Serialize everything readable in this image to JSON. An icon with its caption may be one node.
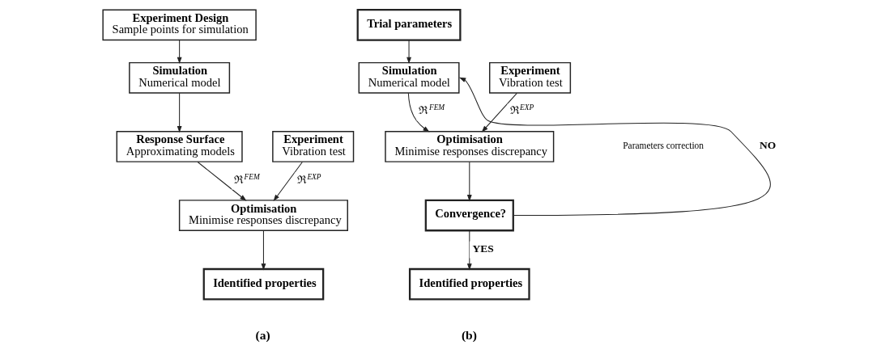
{
  "diagram": {
    "nodes": [
      {
        "text": [
          "Experiment Design",
          "Sample points for simulation"
        ]
      },
      {
        "text": [
          "Simulation",
          "Numerical model"
        ]
      },
      {
        "text": [
          "Experiment",
          "Vibration test"
        ]
      },
      {
        "text": [
          "Response Surface",
          "Approximating models"
        ]
      },
      {
        "text": [
          "Optimisation",
          "Minimise responses discrepancy"
        ]
      },
      {
        "text": [
          "Identified properties"
        ]
      },
      {
        "text": [
          "Trial parameters"
        ]
      },
      {
        "text": [
          "Experiment",
          "Vibration test"
        ]
      },
      {
        "text": [
          "Simulation",
          "Numerical model"
        ]
      },
      {
        "text": [
          "Optimisation",
          "Minimise responses discrepancy"
        ]
      },
      {
        "text": [
          "Convergence?"
        ]
      },
      {
        "text": [
          "Identified properties"
        ]
      }
    ],
    "edges": [
      {
        "from": 0,
        "to": 1,
        "arrow": "to"
      },
      {
        "from": 1,
        "to": 3,
        "arrow": "to"
      },
      {
        "from": 2,
        "to": 4,
        "arrow": "to",
        "label": "ℜ$^{EXP}$"
      },
      {
        "from": 3,
        "to": 4,
        "arrow": "to",
        "label": "ℜ$^{FEM}$"
      },
      {
        "from": 4,
        "to": 5,
        "arrow": "to"
      },
      {
        "from": 6,
        "to": 8,
        "arrow": "to"
      },
      {
        "from": 7,
        "to": 9,
        "arrow": "to",
        "label": "ℜ$^{EXP}$"
      },
      {
        "from": 8,
        "to": 9,
        "arrow": "to",
        "label": "ℜ$^{FEM}$"
      },
      {
        "from": 9,
        "to": 10,
        "arrow": "to"
      },
      {
        "from": 10,
        "to": 11,
        "arrow": "to",
        "label": "YES"
      },
      {
        "from": 10,
        "to": 8,
        "arrow": "to",
        "label": "NO"
      }
    ],
    "labels": [
      "Parameters correction",
      "(a)",
      "(b)"
    ]
  }
}
